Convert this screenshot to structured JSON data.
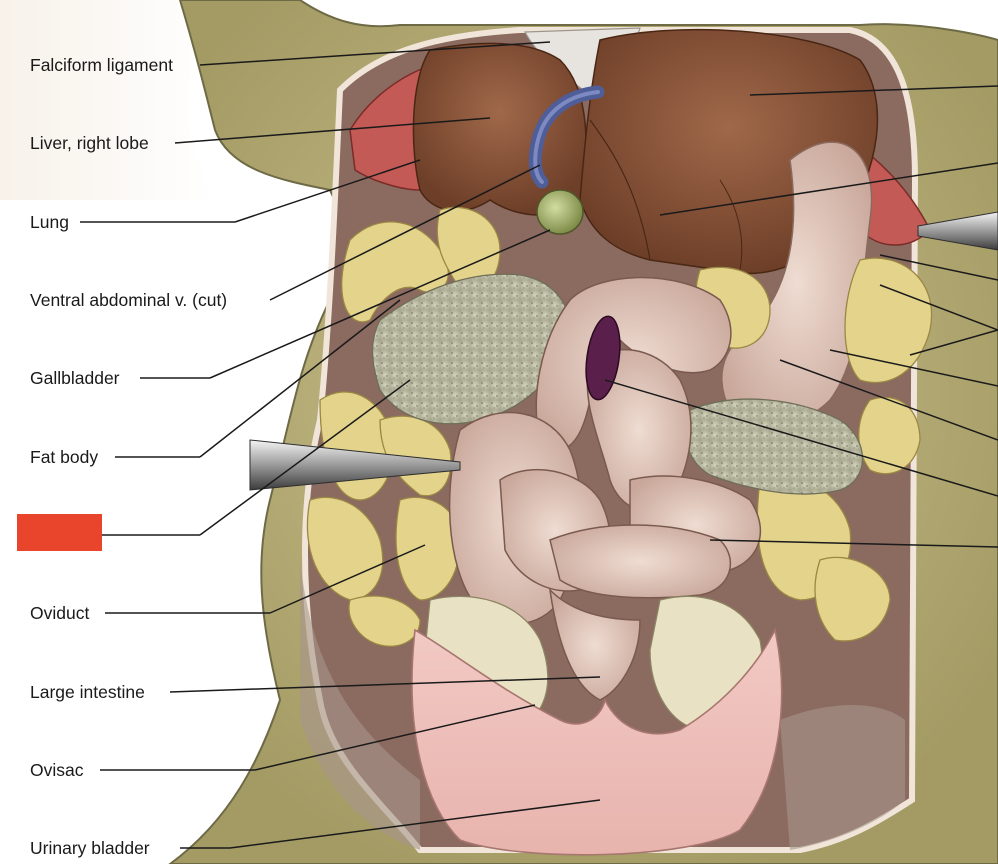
{
  "labels": [
    "Falciform ligament",
    "Liver, right lobe",
    "Lung",
    "Ventral abdominal v. (cut)",
    "Gallbladder",
    "Fat body",
    "Oviduct",
    "Large intestine",
    "Ovisac",
    "Urinary bladder"
  ],
  "hidden_label_color": "#e8452c"
}
